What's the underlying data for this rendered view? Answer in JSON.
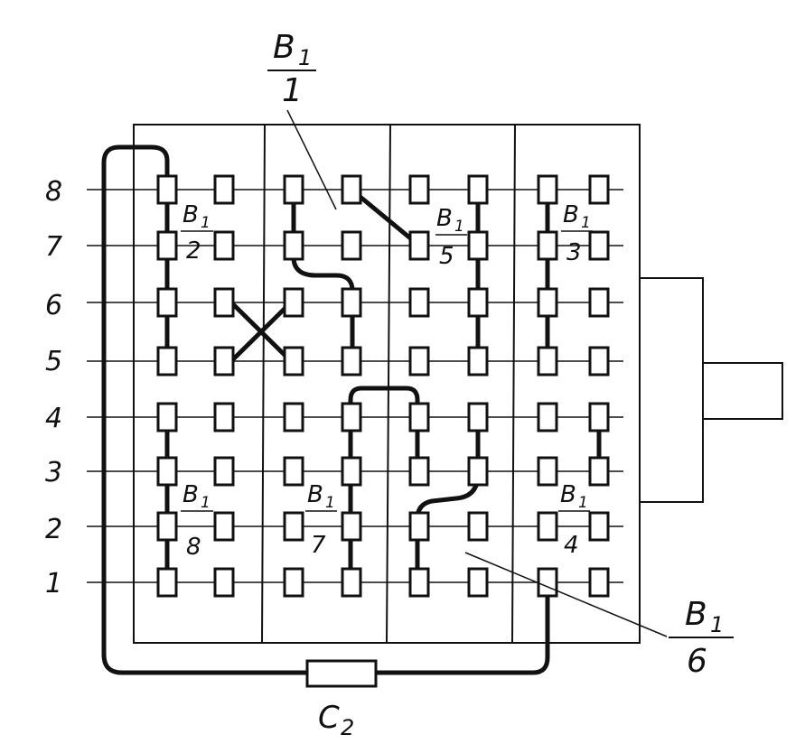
{
  "row_labels": [
    "8",
    "7",
    "6",
    "5",
    "4",
    "3",
    "2",
    "1"
  ],
  "section_labels": [
    {
      "top": "B",
      "sub": "1",
      "bottom": "1"
    },
    {
      "top": "B",
      "sub": "1",
      "bottom": "2"
    },
    {
      "top": "B",
      "sub": "1",
      "bottom": "5"
    },
    {
      "top": "B",
      "sub": "1",
      "bottom": "3"
    },
    {
      "top": "B",
      "sub": "1",
      "bottom": "8"
    },
    {
      "top": "B",
      "sub": "1",
      "bottom": "7"
    },
    {
      "top": "B",
      "sub": "1",
      "bottom": "4"
    },
    {
      "top": "B",
      "sub": "1",
      "bottom": "6"
    }
  ],
  "capacitor_label": {
    "main": "C",
    "sub": "2"
  },
  "colors": {
    "ink": "#111111",
    "paper": "#ffffff"
  }
}
